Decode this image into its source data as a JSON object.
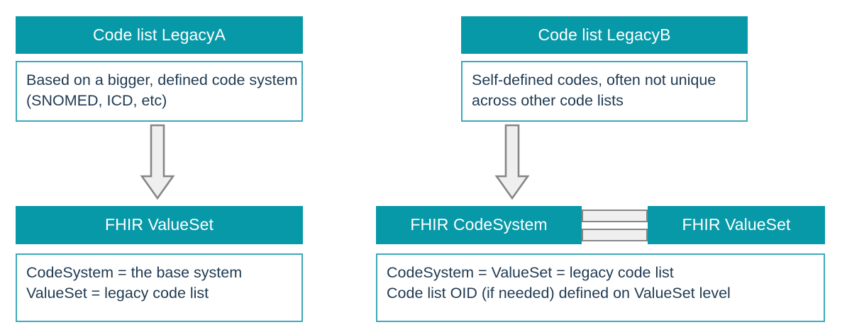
{
  "theme": {
    "teal_fill": "#0899a8",
    "teal_border": "#3ba9b8",
    "text_color": "#1f3a52",
    "header_text_color": "#ffffff",
    "arrow_fill": "#efefef",
    "arrow_stroke": "#868686"
  },
  "diagram": {
    "type": "two-column-flow",
    "columns": [
      {
        "id": "legacy-a",
        "header": "Code list LegacyA",
        "description": "Based on a bigger, defined code system (SNOMED, ICD, etc)",
        "connector": "down-arrow",
        "result_headers": [
          "FHIR ValueSet"
        ],
        "result_description": "CodeSystem = the base system\nValueSet = legacy code list"
      },
      {
        "id": "legacy-b",
        "header": "Code list LegacyB",
        "description": "Self-defined codes, often not unique across other code lists",
        "connector": "down-arrow",
        "result_headers": [
          "FHIR CodeSystem",
          "FHIR ValueSet"
        ],
        "result_link": "equals-connector",
        "result_description": "CodeSystem = ValueSet = legacy code list\nCode list OID (if needed) defined on ValueSet level"
      }
    ]
  }
}
